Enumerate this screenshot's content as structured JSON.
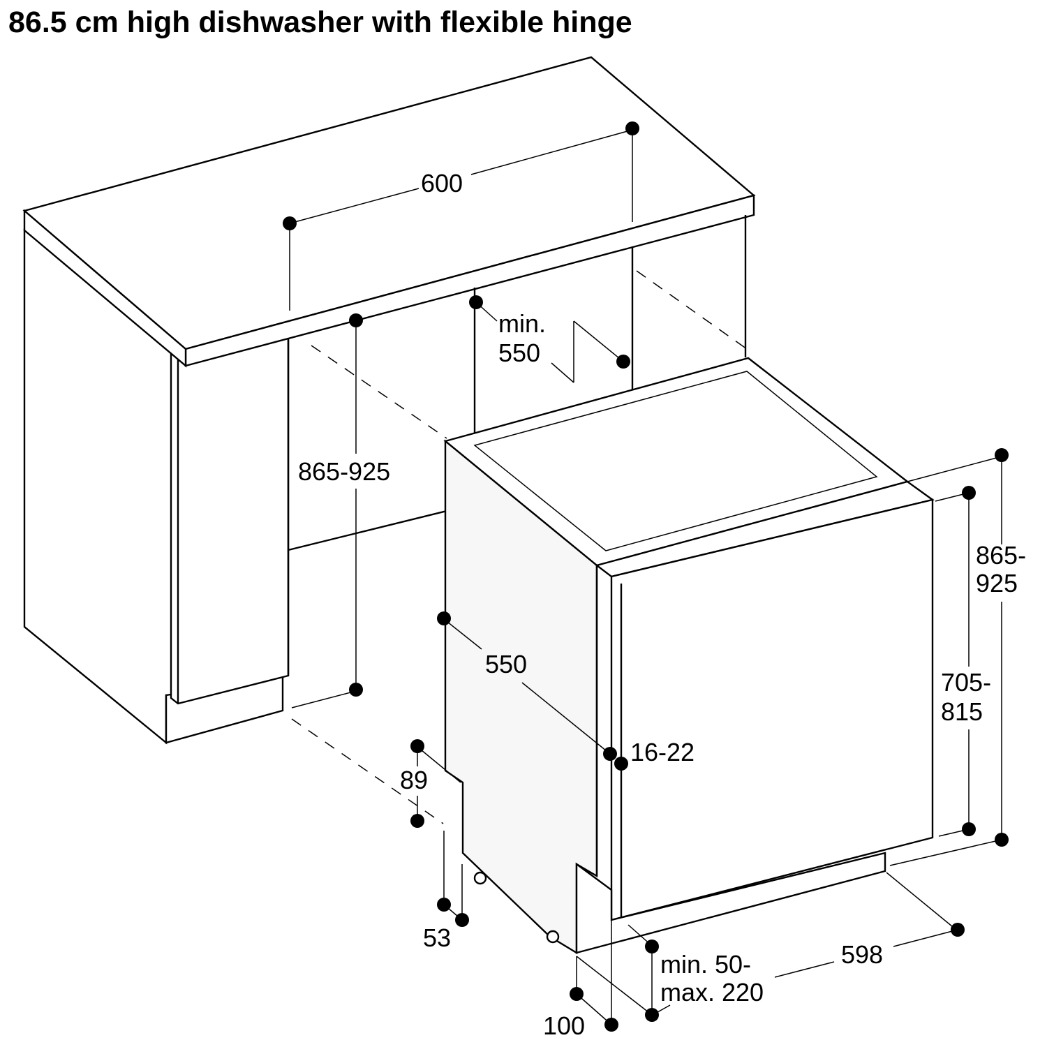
{
  "title": "86.5 cm high dishwasher with flexible hinge",
  "dimensions": {
    "niche_width": "600",
    "niche_depth_min_1": "min.",
    "niche_depth_min_2": "550",
    "niche_height": "865-925",
    "appliance_height_1": "865-",
    "appliance_height_2": "925",
    "door_height_1": "705-",
    "door_height_2": "815",
    "appliance_depth": "550",
    "door_gap": "16-22",
    "plinth_height": "89",
    "plinth_offset": "53",
    "appliance_width": "598",
    "plinth_depth_1": "min. 50-",
    "plinth_depth_2": "max. 220",
    "door_projection": "100"
  },
  "colors": {
    "line": "#000000",
    "background": "#ffffff",
    "side_panel": "#f7f7f7"
  }
}
